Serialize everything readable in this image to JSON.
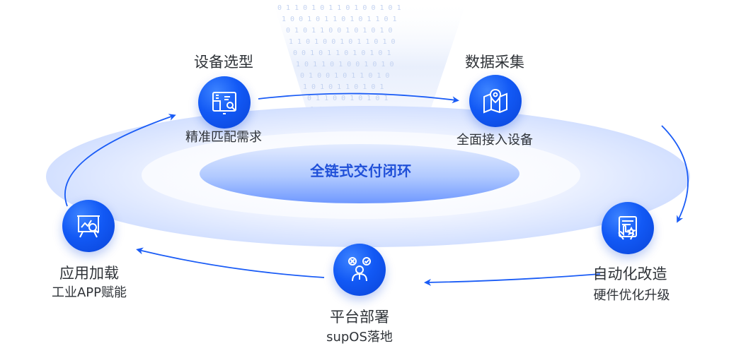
{
  "diagram": {
    "center_label": "全链式交付闭环",
    "colors": {
      "accent": "#1259f5",
      "text": "#2f3338",
      "ring_light": "#dfe8ff",
      "ring_mid": "#8db0ff"
    }
  },
  "nodes": [
    {
      "title": "设备选型",
      "subtitle": "精准匹配需求",
      "icon": "blueprint-icon"
    },
    {
      "title": "数据采集",
      "subtitle": "全面接入设备",
      "icon": "map-pin-icon"
    },
    {
      "title": "自动化改造",
      "subtitle": "硬件优化升级",
      "icon": "touch-screen-icon"
    },
    {
      "title": "平台部署",
      "subtitle": "supOS落地",
      "icon": "user-decision-icon"
    },
    {
      "title": "应用加载",
      "subtitle": "工业APP赋能",
      "icon": "analytics-board-icon"
    }
  ]
}
